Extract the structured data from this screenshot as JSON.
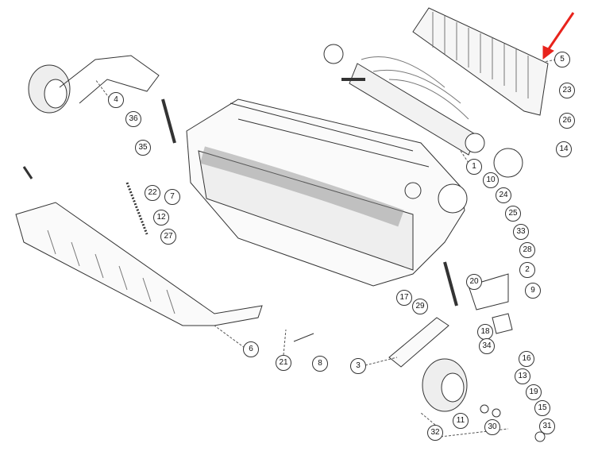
{
  "diagram": {
    "title": "",
    "highlight_color": "#e8231c",
    "line_color": "#333333",
    "highlighted_part": "5",
    "callouts": [
      "5",
      "23",
      "26",
      "4",
      "36",
      "35",
      "1",
      "14",
      "10",
      "24",
      "22",
      "7",
      "12",
      "27",
      "25",
      "33",
      "28",
      "2",
      "20",
      "9",
      "17",
      "29",
      "18",
      "34",
      "16",
      "6",
      "21",
      "8",
      "3",
      "13",
      "19",
      "15",
      "11",
      "30",
      "31",
      "32"
    ]
  }
}
